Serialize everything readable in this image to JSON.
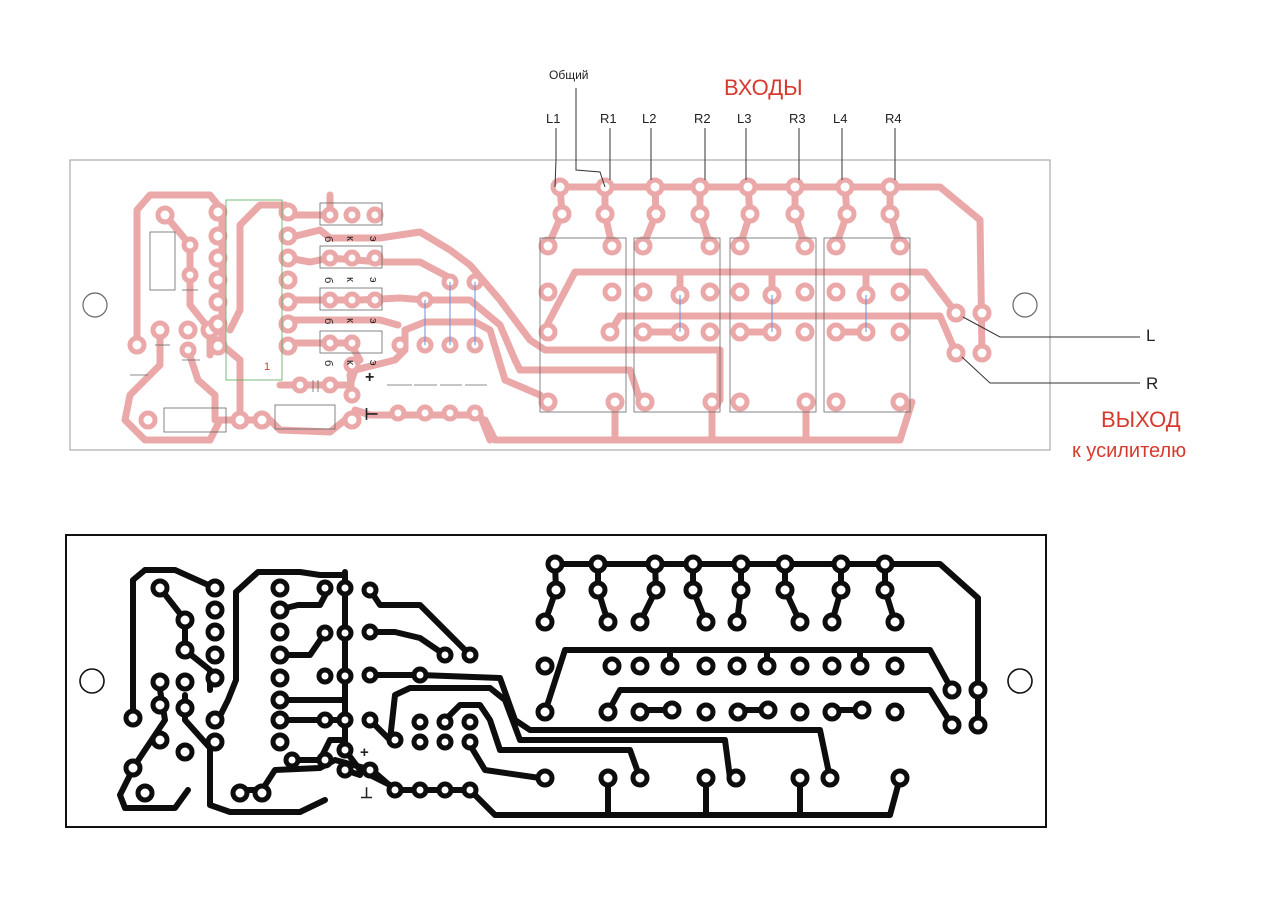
{
  "header": {
    "common_label": "Общий",
    "inputs_title": "ВХОДЫ",
    "input_labels": [
      "L1",
      "R1",
      "L2",
      "R2",
      "L3",
      "R3",
      "L4",
      "R4"
    ]
  },
  "output": {
    "title": "ВЫХОД",
    "subtitle": "к усилителю",
    "left_label": "L",
    "right_label": "R"
  },
  "component_markings": {
    "transistor_pins": [
      "б",
      "к",
      "э"
    ],
    "pin_one": "1",
    "plus": "+",
    "minus": "⊥"
  },
  "colors": {
    "trace_top": "#eba8a8",
    "pad_inner": "#ffffff",
    "trace_bottom": "#0d0d0d",
    "title_red": "#d63a2f",
    "board_outline": "#aaaaaa"
  }
}
